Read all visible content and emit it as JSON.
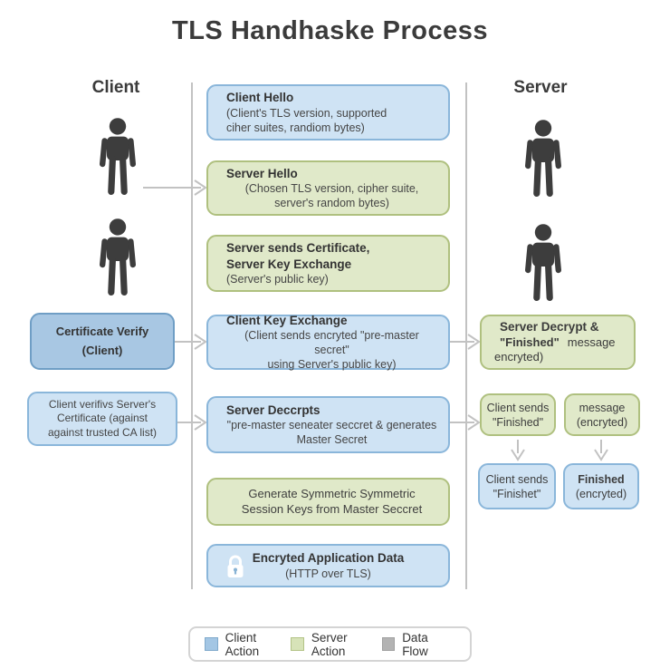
{
  "title": "TLS Handhaske Process",
  "client_column": {
    "label": "Client"
  },
  "server_column": {
    "label": "Server"
  },
  "middle_boxes": [
    {
      "title": "Client Hello",
      "desc": "(Client's TLS version, supported\nciher suites, randiom bytes)",
      "type": "client"
    },
    {
      "title": "Server Hello",
      "desc": "(Chosen TLS version, cipher suite,\nserver's random bytes)",
      "type": "server"
    },
    {
      "title": "Server sends Certificate,\nServer Key Exchange",
      "desc": "(Server's public key)",
      "type": "server"
    },
    {
      "title": "Client Key Exchange",
      "desc": "(Client sends encryted \"pre-master secret\"\nusing Server's public key)",
      "type": "client"
    },
    {
      "title": "Server Deccrpts",
      "desc": "\"pre-master seneater seccret & generates\nMaster Secret",
      "type": "client"
    },
    {
      "title": "",
      "desc": "Generate Symmetric Symmetric\nSession Keys from Master Seccret",
      "type": "server"
    },
    {
      "title": "Encryted Application Data",
      "desc": "(HTTP over TLS)",
      "type": "client",
      "icon": "lock-icon"
    }
  ],
  "left_boxes": [
    {
      "title": "Certificate Verify",
      "subtitle": "(Client)"
    },
    {
      "desc": "Client verifivs Server's\nCertificate (against\nagainst trusted CA list)"
    }
  ],
  "right_big_box": {
    "title": "Server Decrypt &",
    "finished_bold": "\"Finished\"",
    "message_rest": "message",
    "line3": "encryted)"
  },
  "right_small_boxes": [
    {
      "text": "Client sends\n\"Finished\"",
      "type": "server"
    },
    {
      "text": "message\n(encryted)",
      "type": "server"
    },
    {
      "text": "Client sends\n\"Finishet\"",
      "type": "client"
    },
    {
      "line1_bold": "Finished",
      "line2": "(encryted)",
      "type": "client"
    }
  ],
  "legend": {
    "items": [
      {
        "label": "Client Action",
        "color": "#a3c6e4"
      },
      {
        "label": "Server Action",
        "color": "#d7e3b8"
      },
      {
        "label": "Data Flow",
        "color": "#b3b3b3"
      }
    ]
  },
  "icons": {
    "person": "person-icon",
    "lock": "lock-icon"
  },
  "colors": {
    "client_box_fill": "#cfe3f4",
    "client_box_border": "#8ab6da",
    "server_box_fill": "#e0e9c9",
    "server_box_border": "#afc07f",
    "highlight_box_fill": "#a8c7e3",
    "highlight_box_border": "#6f9ec5",
    "flow_line": "#c2c2c2",
    "person_icon": "#3d3d3d"
  }
}
